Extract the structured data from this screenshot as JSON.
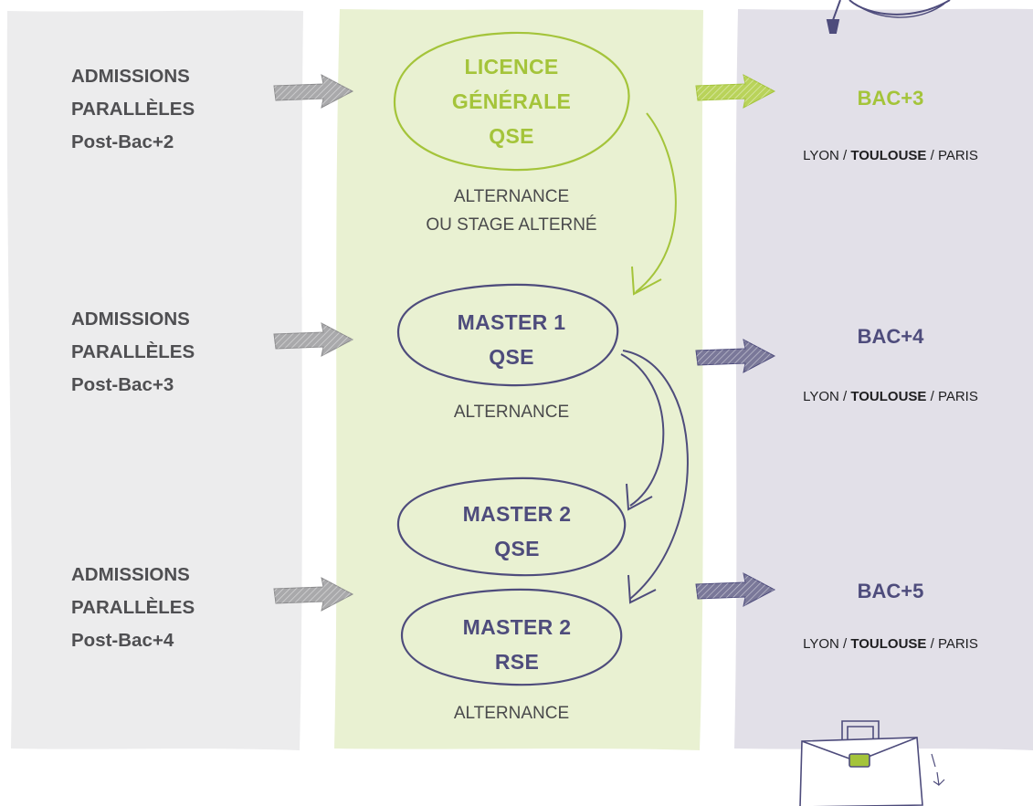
{
  "admissions": [
    {
      "line1": "ADMISSIONS",
      "line2": "PARALLÈLES",
      "line3": "Post-Bac+2"
    },
    {
      "line1": "ADMISSIONS",
      "line2": "PARALLÈLES",
      "line3": "Post-Bac+3"
    },
    {
      "line1": "ADMISSIONS",
      "line2": "PARALLÈLES",
      "line3": "Post-Bac+4"
    }
  ],
  "programs": {
    "licence": {
      "line1": "LICENCE",
      "line2": "GÉNÉRALE",
      "line3": "QSE"
    },
    "master1": {
      "line1": "MASTER 1",
      "line2": "QSE"
    },
    "master2_qse": {
      "line1": "MASTER 2",
      "line2": "QSE"
    },
    "master2_rse": {
      "line1": "MASTER 2",
      "line2": "RSE"
    }
  },
  "modes": {
    "licence": {
      "line1": "ALTERNANCE",
      "line2": "OU STAGE ALTERNÉ"
    },
    "master1": "ALTERNANCE",
    "master2": "ALTERNANCE"
  },
  "levels": [
    {
      "label": "BAC+3",
      "city1": "LYON / ",
      "city2": "TOULOUSE",
      "city3": " / PARIS"
    },
    {
      "label": "BAC+4",
      "city1": "LYON / ",
      "city2": "TOULOUSE",
      "city3": " / PARIS"
    },
    {
      "label": "BAC+5",
      "city1": "LYON / ",
      "city2": "TOULOUSE",
      "city3": " / PARIS"
    }
  ],
  "colors": {
    "left_column": "#ececed",
    "middle_column": "#e9f1d2",
    "right_column": "#e2e0e8",
    "green_accent": "#a4c43a",
    "navy_accent": "#4e4c7c",
    "gray_arrow": "#9a9a9c"
  },
  "icons": [
    "graduation-cap-icon",
    "briefcase-icon"
  ]
}
